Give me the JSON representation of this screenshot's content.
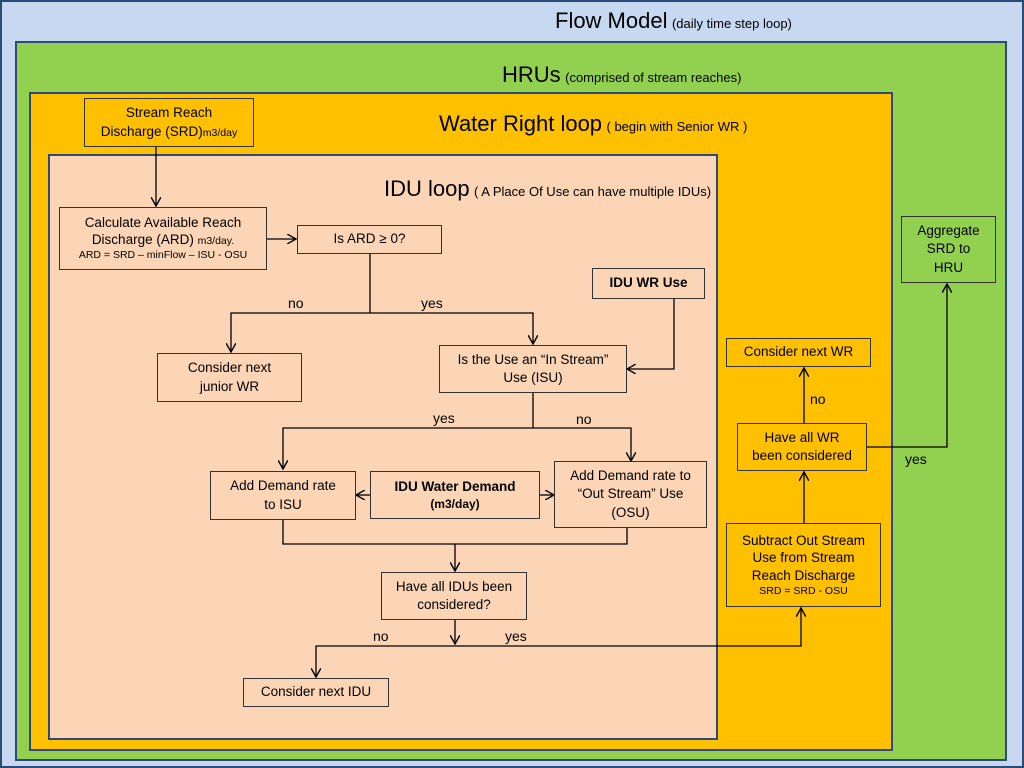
{
  "frames": {
    "flow_model": {
      "title": "Flow Model",
      "subtitle": "(daily time step loop)"
    },
    "hrus": {
      "title": "HRUs",
      "subtitle": "(comprised of stream reaches)"
    },
    "water_right_loop": {
      "title": "Water Right loop",
      "subtitle": "( begin with Senior WR )"
    },
    "idu_loop": {
      "title": "IDU loop",
      "subtitle": "( A Place Of Use can have multiple IDUs)"
    }
  },
  "nodes": {
    "srd": {
      "line1": "Stream Reach",
      "line2": "Discharge (SRD)",
      "unit": "m3/day"
    },
    "calc_ard": {
      "line1": "Calculate Available Reach",
      "line2": "Discharge  (ARD) ",
      "unit": "m3/day.",
      "formula": "ARD = SRD – minFlow – ISU  - OSU"
    },
    "is_ard": {
      "text": "Is ARD ≥ 0?"
    },
    "idu_wr_use": {
      "text": "IDU WR Use"
    },
    "consider_junior": {
      "line1": "Consider next",
      "line2": "junior WR"
    },
    "is_instream": {
      "line1": "Is the Use an “In Stream”",
      "line2": "Use (ISU)"
    },
    "add_isu": {
      "line1": "Add Demand rate",
      "line2": "to ISU"
    },
    "idu_demand": {
      "line1": "IDU Water Demand",
      "line2": "(m3/day)"
    },
    "add_osu": {
      "line1": "Add Demand rate to",
      "line2": "“Out Stream” Use",
      "line3": "(OSU)"
    },
    "all_idus": {
      "line1": "Have all IDUs been",
      "line2": "considered?"
    },
    "consider_idu": {
      "text": "Consider next IDU"
    },
    "consider_wr": {
      "text": "Consider next WR"
    },
    "all_wr": {
      "line1": "Have all WR",
      "line2": "been considered"
    },
    "subtract_osu": {
      "line1": "Subtract Out Stream",
      "line2": "Use from Stream",
      "line3": "Reach Discharge",
      "formula": "SRD = SRD - OSU"
    },
    "aggregate": {
      "line1": "Aggregate",
      "line2": "SRD to",
      "line3": "HRU"
    }
  },
  "edge_labels": {
    "ard_no": "no",
    "ard_yes": "yes",
    "isu_yes": "yes",
    "isu_no": "no",
    "idus_no": "no",
    "idus_yes": "yes",
    "wr_no": "no",
    "wr_yes": "yes"
  }
}
